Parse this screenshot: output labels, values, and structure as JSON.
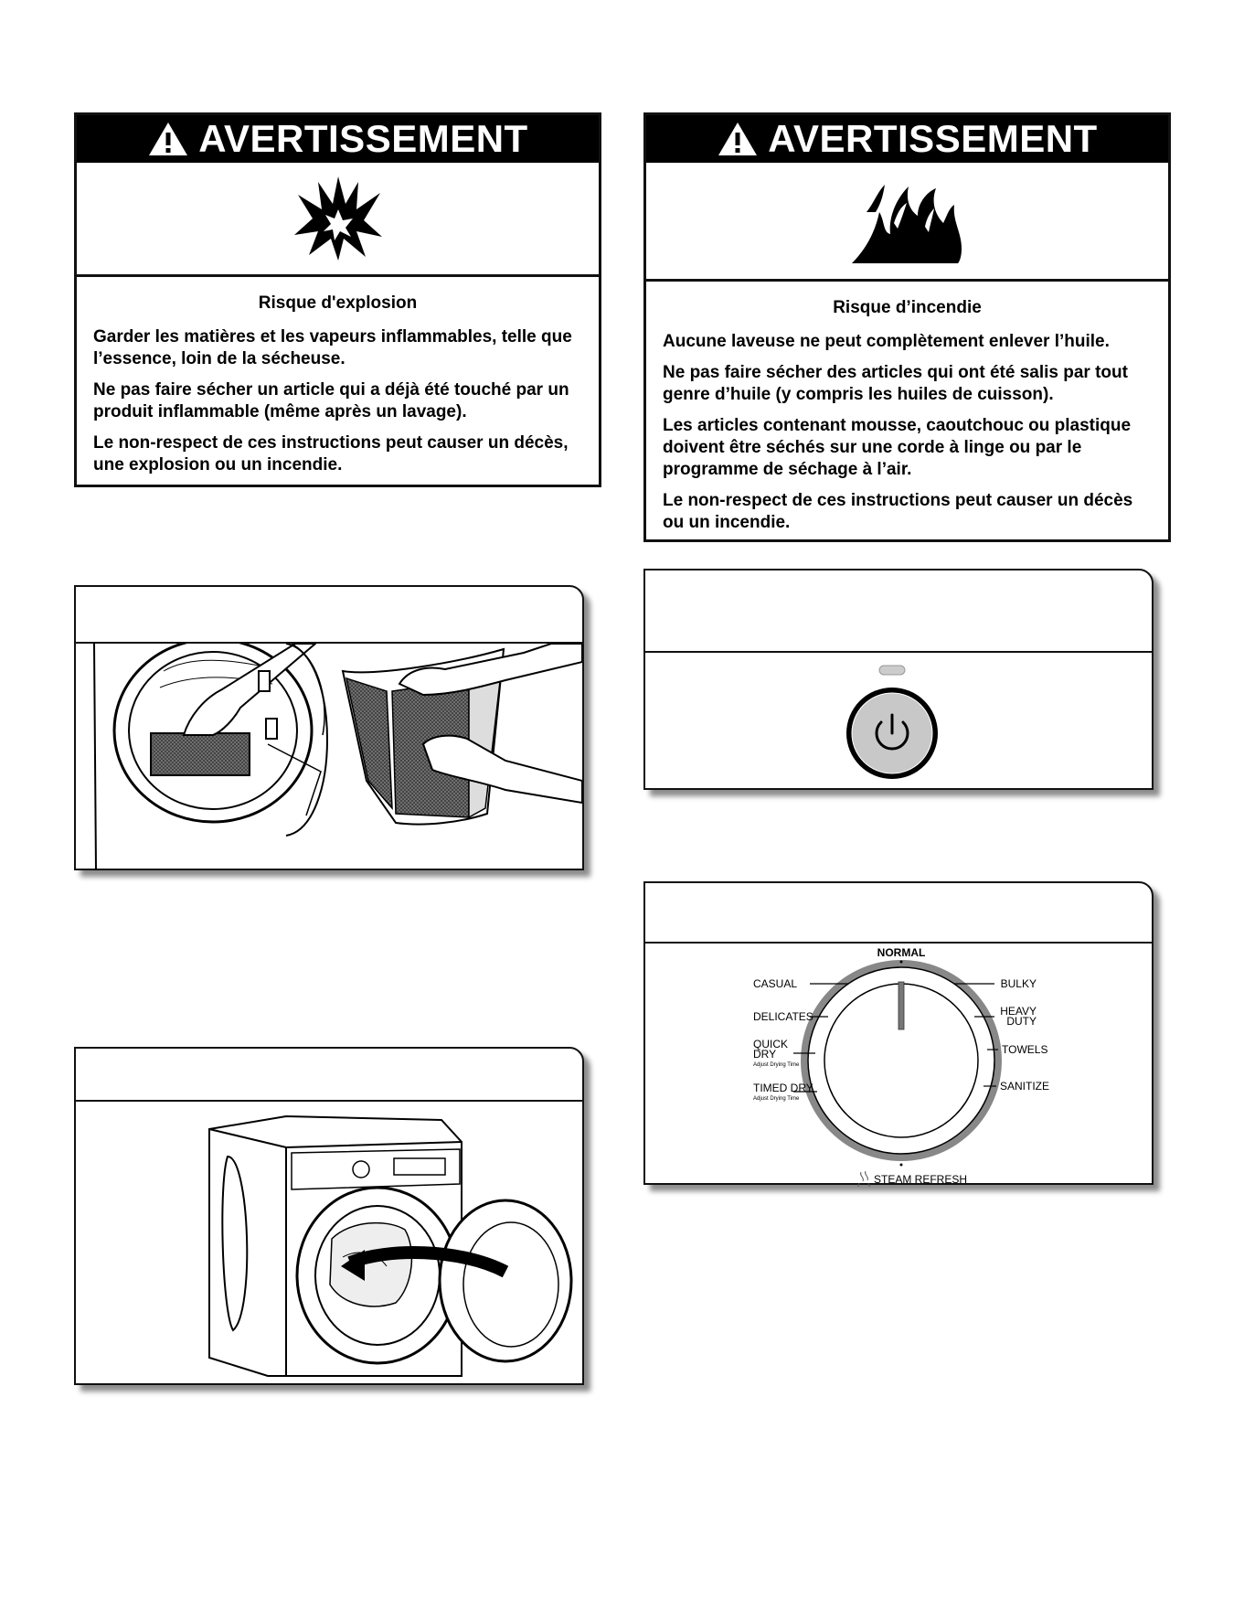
{
  "warning_left": {
    "header": "AVERTISSEMENT",
    "icon": "explosion-icon",
    "risk": "Risque d'explosion",
    "paragraphs": [
      "Garder les matières et les vapeurs inflammables, telle que l’essence, loin de la sécheuse.",
      "Ne pas faire sécher un article qui a déjà été touché par un produit inflammable (même après un lavage).",
      "Le non-respect de ces instructions peut causer un décès, une explosion ou un incendie."
    ]
  },
  "warning_right": {
    "header": "AVERTISSEMENT",
    "icon": "fire-icon",
    "risk": "Risque d’incendie",
    "paragraphs": [
      "Aucune laveuse ne peut complètement enlever l’huile.",
      "Ne pas faire sécher des articles qui ont été salis par tout genre d’huile (y compris les huiles de cuisson).",
      "Les articles contenant mousse, caoutchouc ou plastique doivent être séchés sur une corde à linge ou par le programme de séchage à l’air.",
      "Le non-respect de ces instructions peut causer un décès ou un incendie."
    ]
  },
  "dial": {
    "normal": "NORMAL",
    "casual": "CASUAL",
    "delicates": "DELICATES",
    "quick_1": "QUICK",
    "quick_2": "DRY",
    "quick_sub": "Adjust Drying Time",
    "timed": "TIMED DRY",
    "timed_sub": "Adjust Drying Time",
    "bulky": "BULKY",
    "heavy_1": "HEAVY",
    "heavy_2": "DUTY",
    "towels": "TOWELS",
    "sanitize": "SANITIZE",
    "steam": "STEAM REFRESH"
  }
}
